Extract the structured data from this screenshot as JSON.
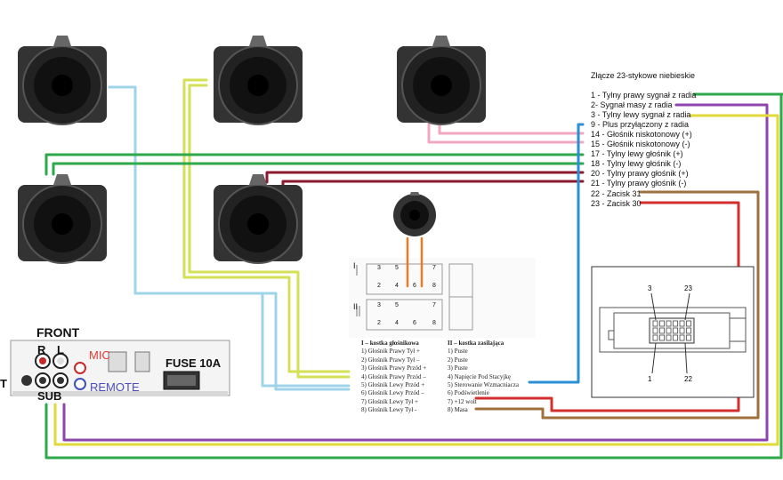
{
  "connector": {
    "title": "Złącze 23-stykowe niebieskie",
    "pins": [
      {
        "label": "1 - Tylny prawy sygnał z radia",
        "color": "#2ea84a"
      },
      {
        "label": "2- Sygnał masy z radia",
        "color": "#8e44ad"
      },
      {
        "label": "3 - Tylny lewy sygnał z radia",
        "color": "#e2d93b"
      },
      {
        "label": "9 - Plus przyłączony z radia",
        "color": "#2a8fd6"
      },
      {
        "label": "14 - Głośnik niskotonowy (+)",
        "color": "#f2a7c0"
      },
      {
        "label": "15 - Głośnik niskotonowy (-)",
        "color": "#f2a7c0"
      },
      {
        "label": "17 - Tylny lewy głośnik (+)",
        "color": "#2ea84a"
      },
      {
        "label": "18 - Tylny lewy głośnik (-)",
        "color": "#2ea84a"
      },
      {
        "label": "20 - Tylny prawy głośnik (+)",
        "color": "#8b1a2e"
      },
      {
        "label": "21 - Tylny prawy głośnik (-)",
        "color": "#8b1a2e"
      },
      {
        "label": "22 - Zacisk 31",
        "color": "#a0703c"
      },
      {
        "label": "23 - Zacisk 30",
        "color": "#d32f2f"
      }
    ]
  },
  "socket_numbers": {
    "top": "3",
    "top_right": "23",
    "bottom": "1",
    "bottom_right": "22"
  },
  "iso_block": {
    "roman_one": "I",
    "roman_two": "II",
    "upper_row1": [
      "3",
      "5",
      "7"
    ],
    "upper_row2": [
      "2",
      "4",
      "6",
      "8"
    ],
    "lower_row1": [
      "3",
      "5",
      "7"
    ],
    "lower_row2": [
      "2",
      "4",
      "6",
      "8"
    ]
  },
  "kostka_glosnikowa": {
    "heading": "I – kostka głośnikowa",
    "items": [
      "1)  Głośnik Prawy Tył +",
      "2)  Głośnik Prawy Tył –",
      "3)  Głośnik Prawy Przód +",
      "4)  Głośnik Prawy Przód –",
      "5)  Głośnik Lewy Przód +",
      "6)  Głośnik Lewy Przód –",
      "7)  Głośnik Lewy Tył +",
      "8)  Głośnik Lewy Tył -"
    ]
  },
  "kostka_zasilajaca": {
    "heading": "II – kostka zasilająca",
    "items": [
      "1)  Puste",
      "2)  Puste",
      "3)  Puste",
      "4)  Napięcie Pod Stacyjkę",
      "5)  Sterowanie Wzmacniacza",
      "6)  Podświetlenie",
      "7)  +12 wolt",
      "8)  Masa"
    ]
  },
  "head_unit": {
    "front": "FRONT",
    "r": "R",
    "l": "L",
    "mic": "MIC",
    "remote": "REMOTE",
    "fuse": "FUSE 10A",
    "sub": "SUB",
    "out": "T"
  },
  "colors": {
    "light_blue": "#9fd4e8",
    "yellow_green": "#d4e157",
    "green": "#2ea84a",
    "purple": "#8e44ad",
    "yellow": "#e2d93b",
    "blue": "#2a8fd6",
    "pink": "#f2a7c0",
    "dark_red": "#8b1a2e",
    "brown": "#a0703c",
    "red": "#d32f2f",
    "orange": "#e67e22"
  }
}
